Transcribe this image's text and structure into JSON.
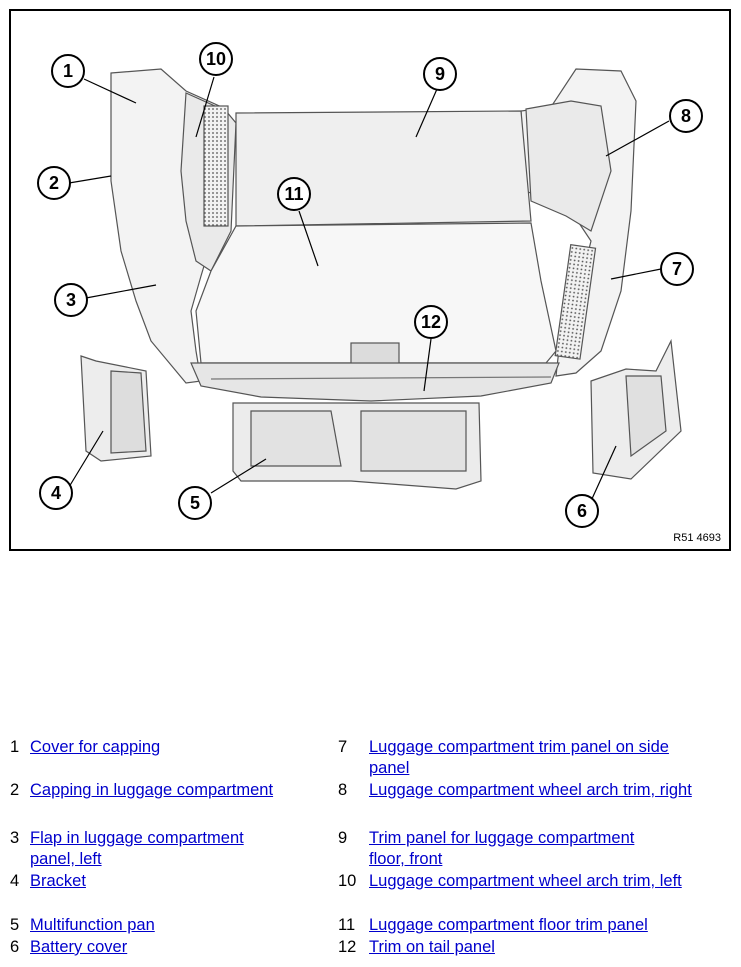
{
  "figure": {
    "reference": "R51 4693",
    "callouts": [
      "1",
      "2",
      "3",
      "4",
      "5",
      "6",
      "7",
      "8",
      "9",
      "10",
      "11",
      "12"
    ]
  },
  "legend": [
    {
      "num": "1",
      "label": "Cover for capping"
    },
    {
      "num": "2",
      "label": "Capping in luggage compartment"
    },
    {
      "num": "3",
      "label": "Flap in luggage compartment panel, left"
    },
    {
      "num": "4",
      "label": "Bracket"
    },
    {
      "num": "5",
      "label": "Multifunction pan"
    },
    {
      "num": "6",
      "label": "Battery cover"
    },
    {
      "num": "7",
      "label": "Luggage compartment trim panel on side panel"
    },
    {
      "num": "8",
      "label": "Luggage compartment wheel arch trim, right"
    },
    {
      "num": "9",
      "label": "Trim panel for luggage compartment floor, front"
    },
    {
      "num": "10",
      "label": "Luggage compartment wheel arch trim, left"
    },
    {
      "num": "11",
      "label": "Luggage compartment floor trim panel"
    },
    {
      "num": "12",
      "label": "Trim on tail panel"
    }
  ]
}
